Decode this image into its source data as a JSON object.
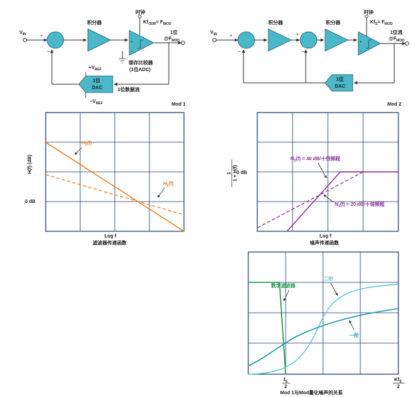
{
  "mod1": {
    "vin": "V",
    "vin_sub": "IN",
    "sum_plus": "+",
    "sum_minus": "–",
    "integrator_label": "积分器",
    "clock_label": "时钟",
    "clock_eq": "Kf",
    "clock_eq_sub": "ODR",
    "clock_eq_rhs": "= F",
    "clock_eq_rhs_sub": "MOD",
    "out_top": "1位",
    "out_bottom": "@F",
    "out_bottom_sub": "MOD",
    "latch_label": "锁存比较器",
    "latch_label2": "(1位ADC)",
    "dac_top": "1位",
    "dac_bottom": "DAC",
    "vref_plus": "+V",
    "vref_plus_sub": "REF",
    "vref_minus": "–V",
    "vref_minus_sub": "REF",
    "bitstream_label": "1位数据流",
    "mod_label": "Mod 1"
  },
  "mod2": {
    "vin": "V",
    "vin_sub": "IN",
    "sum_plus": "+",
    "sum_minus": "–",
    "integrator1_label": "积分器",
    "integrator2_label": "积分器",
    "clock_label": "时钟",
    "clock_eq": "Kf",
    "clock_eq_sub": "S",
    "clock_eq_rhs": "= F",
    "clock_eq_rhs_sub": "MOD",
    "out_top": "1位流",
    "out_bottom": "@F",
    "out_bottom_sub": "MOD",
    "dac_top": "1位",
    "dac_bottom": "DAC",
    "mod_label": "Mod 2"
  },
  "filter_chart": {
    "ylabel": "H(f) (dB)",
    "ytick_0db": "0 dB",
    "h2_label": "H",
    "h2_sub": "2",
    "h2_suffix": "(f)",
    "h1_label": "H",
    "h1_sub": "1",
    "h1_suffix": "(f)",
    "xlabel": "Log f",
    "caption": "滤波器传递函数",
    "color_h": "#f07a1a"
  },
  "noise_chart": {
    "ylabel_num": "1",
    "ylabel_den": "1 + H(f)",
    "ytick_0db": "0 dB",
    "n2_label": "N",
    "n2_sub": "2",
    "n2_text": "(f) = 40 dB/十倍频程",
    "n1_label": "N",
    "n1_sub": "1",
    "n1_text": "(f) = 20 dB/十倍频程",
    "xlabel": "Log f",
    "caption": "噪声传递函数",
    "color_n": "#8a2d9a"
  },
  "compare_chart": {
    "digital_filter_label": "数字滤波器",
    "second_order_label": "二阶",
    "first_order_label": "一阶",
    "x_tick1_num": "f",
    "x_tick1_num_sub": "S",
    "x_tick1_den": "2",
    "x_tick2_num": "Kf",
    "x_tick2_num_sub": "S",
    "x_tick2_den": "2",
    "caption": "Mod 1与Mod量化噪声的关系",
    "color_filter": "#1f9a4a",
    "color_second": "#5cc4d8",
    "color_first": "#1a9aaa"
  },
  "colors": {
    "block_fill": "#4ab8c8",
    "grid": "#1e3f6e",
    "line": "#333333"
  }
}
